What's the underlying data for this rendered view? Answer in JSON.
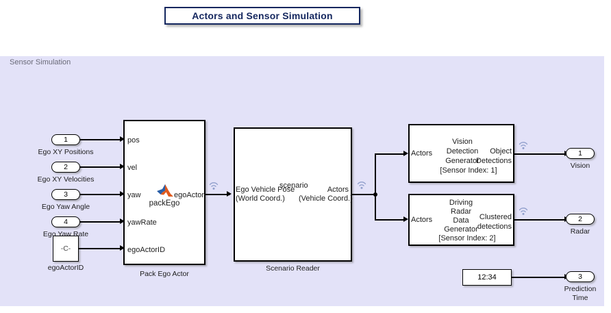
{
  "title_banner": {
    "text": "Actors and Sensor Simulation"
  },
  "subsystem": {
    "label": "Sensor Simulation",
    "background_color": "#e3e2f8"
  },
  "colors": {
    "banner_border": "#13265e",
    "banner_text": "#13265e",
    "subsystem_bg": "#e3e2f8",
    "block_bg": "#ffffff",
    "block_border": "#000000",
    "wire": "#000000",
    "subsystem_label_text": "#6a6a78",
    "bus_icon": "#8f9ecb",
    "matlab_logo_orange": "#e05a1e",
    "matlab_logo_blue": "#2a5fa8"
  },
  "inports": [
    {
      "number": "1",
      "caption": "Ego XY Positions",
      "target_port": "pos"
    },
    {
      "number": "2",
      "caption": "Ego XY Velocities",
      "target_port": "vel"
    },
    {
      "number": "3",
      "caption": "Ego Yaw Angle",
      "target_port": "yaw"
    },
    {
      "number": "4",
      "caption": "Ego Yaw Rate",
      "target_port": "yawRate"
    }
  ],
  "constant_block": {
    "value_text": "-C-",
    "caption": "egoActorID",
    "target_port": "egoActorID"
  },
  "pack_ego_actor": {
    "caption": "Pack Ego Actor",
    "function_name": "packEgo",
    "icon": "matlab-logo-icon",
    "inputs": [
      "pos",
      "vel",
      "yaw",
      "yawRate",
      "egoActorID"
    ],
    "outputs": [
      "egoActor"
    ]
  },
  "scenario_reader": {
    "caption": "Scenario Reader",
    "overlay_text": "scenario",
    "input_label_line1": "Ego Vehicle Pose",
    "input_label_line2": "(World Coord.)",
    "output_label_line1": "Actors",
    "output_label_line2": "(Vehicle Coord.)"
  },
  "vision_detection_generator": {
    "body_lines": [
      "Vision",
      "Detection",
      "Generator",
      "[Sensor Index: 1]"
    ],
    "input_label": "Actors",
    "output_label_line1": "Object",
    "output_label_line2": "Detections"
  },
  "radar_data_generator": {
    "body_lines": [
      "Driving",
      "Radar",
      "Data",
      "Generator",
      "[Sensor Index: 2]"
    ],
    "input_label": "Actors",
    "output_label_line1": "Clustered",
    "output_label_line2": "detections"
  },
  "clock_block": {
    "display_value": "12:34"
  },
  "outports": [
    {
      "number": "1",
      "caption": "Vision"
    },
    {
      "number": "2",
      "caption": "Radar"
    },
    {
      "number": "3",
      "caption_line1": "Prediction",
      "caption_line2": "Time"
    }
  ]
}
